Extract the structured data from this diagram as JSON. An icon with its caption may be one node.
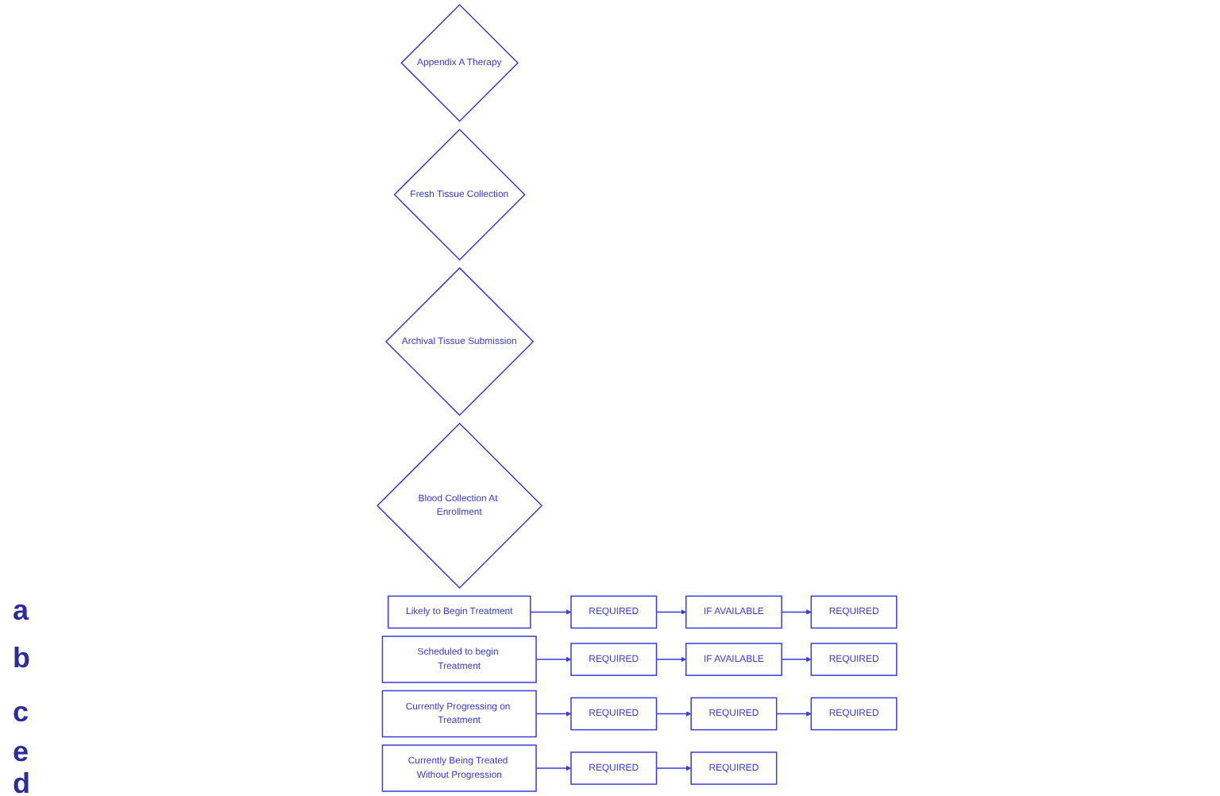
{
  "diagram": {
    "nodes": [
      {
        "text": [
          "Appendix A Therapy"
        ]
      },
      {
        "text": [
          "Fresh Tissue Collection"
        ]
      },
      {
        "text": [
          "Archival Tissue Submission"
        ]
      },
      {
        "text": [
          "Blood Collection At Enrollment"
        ]
      },
      {
        "text": [
          "Likely to Begin Treatment"
        ]
      },
      {
        "text": [
          "REQUIRED"
        ]
      },
      {
        "text": [
          "IF AVAILABLE"
        ]
      },
      {
        "text": [
          "REQUIRED"
        ]
      },
      {
        "text": [
          "Scheduled to begin Treatment"
        ]
      },
      {
        "text": [
          "REQUIRED"
        ]
      },
      {
        "text": [
          "IF AVAILABLE"
        ]
      },
      {
        "text": [
          "REQUIRED"
        ]
      },
      {
        "text": [
          "Currently Progressing on Treatment"
        ]
      },
      {
        "text": [
          "REQUIRED"
        ]
      },
      {
        "text": [
          "REQUIRED"
        ]
      },
      {
        "text": [
          "REQUIRED"
        ]
      },
      {
        "text": [
          "Currently Being Treated Without Progression"
        ]
      },
      {
        "text": [
          "REQUIRED"
        ]
      },
      {
        "text": [
          "REQUIRED"
        ]
      }
    ],
    "edges": [
      {
        "from": 4,
        "to": 5,
        "arrow": "to"
      },
      {
        "from": 5,
        "to": 6,
        "arrow": "to"
      },
      {
        "from": 6,
        "to": 7,
        "arrow": "to"
      },
      {
        "from": 8,
        "to": 9,
        "arrow": "to"
      },
      {
        "from": 9,
        "to": 10,
        "arrow": "to"
      },
      {
        "from": 10,
        "to": 11,
        "arrow": "to"
      },
      {
        "from": 12,
        "to": 13,
        "arrow": "to"
      },
      {
        "from": 13,
        "to": 14,
        "arrow": "to"
      },
      {
        "from": 14,
        "to": 15,
        "arrow": "to"
      },
      {
        "from": 16,
        "to": 17,
        "arrow": "to"
      },
      {
        "from": 17,
        "to": 18,
        "arrow": "to"
      }
    ],
    "labels": [
      "a",
      "b",
      "c",
      "e",
      "d"
    ]
  }
}
